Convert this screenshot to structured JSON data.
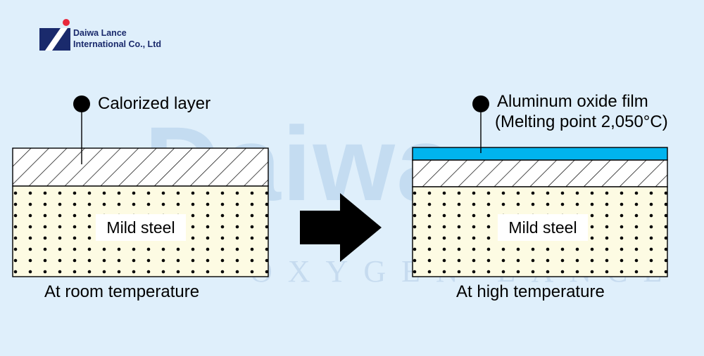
{
  "logo": {
    "line1": "Daiwa Lance",
    "line2": "International Co., Ltd"
  },
  "watermark": {
    "main": "Daiwa",
    "sub": "OXYGEN LANCE"
  },
  "left_panel": {
    "callout": "Calorized layer",
    "material": "Mild steel",
    "caption": "At room temperature"
  },
  "right_panel": {
    "callout_line1": "Aluminum oxide film",
    "callout_line2": "(Melting point 2,050°C)",
    "material": "Mild steel",
    "caption": "At high temperature"
  },
  "colors": {
    "background": "#dfeffb",
    "steel_fill": "#fdfbe3",
    "oxide_film": "#00b4ee",
    "logo_navy": "#1a2a6c",
    "logo_dot": "#e8283c"
  },
  "icons": {
    "arrow": "right-arrow-icon",
    "callout_marker": "callout-dot-icon",
    "logo": "daiwa-logo-icon"
  }
}
